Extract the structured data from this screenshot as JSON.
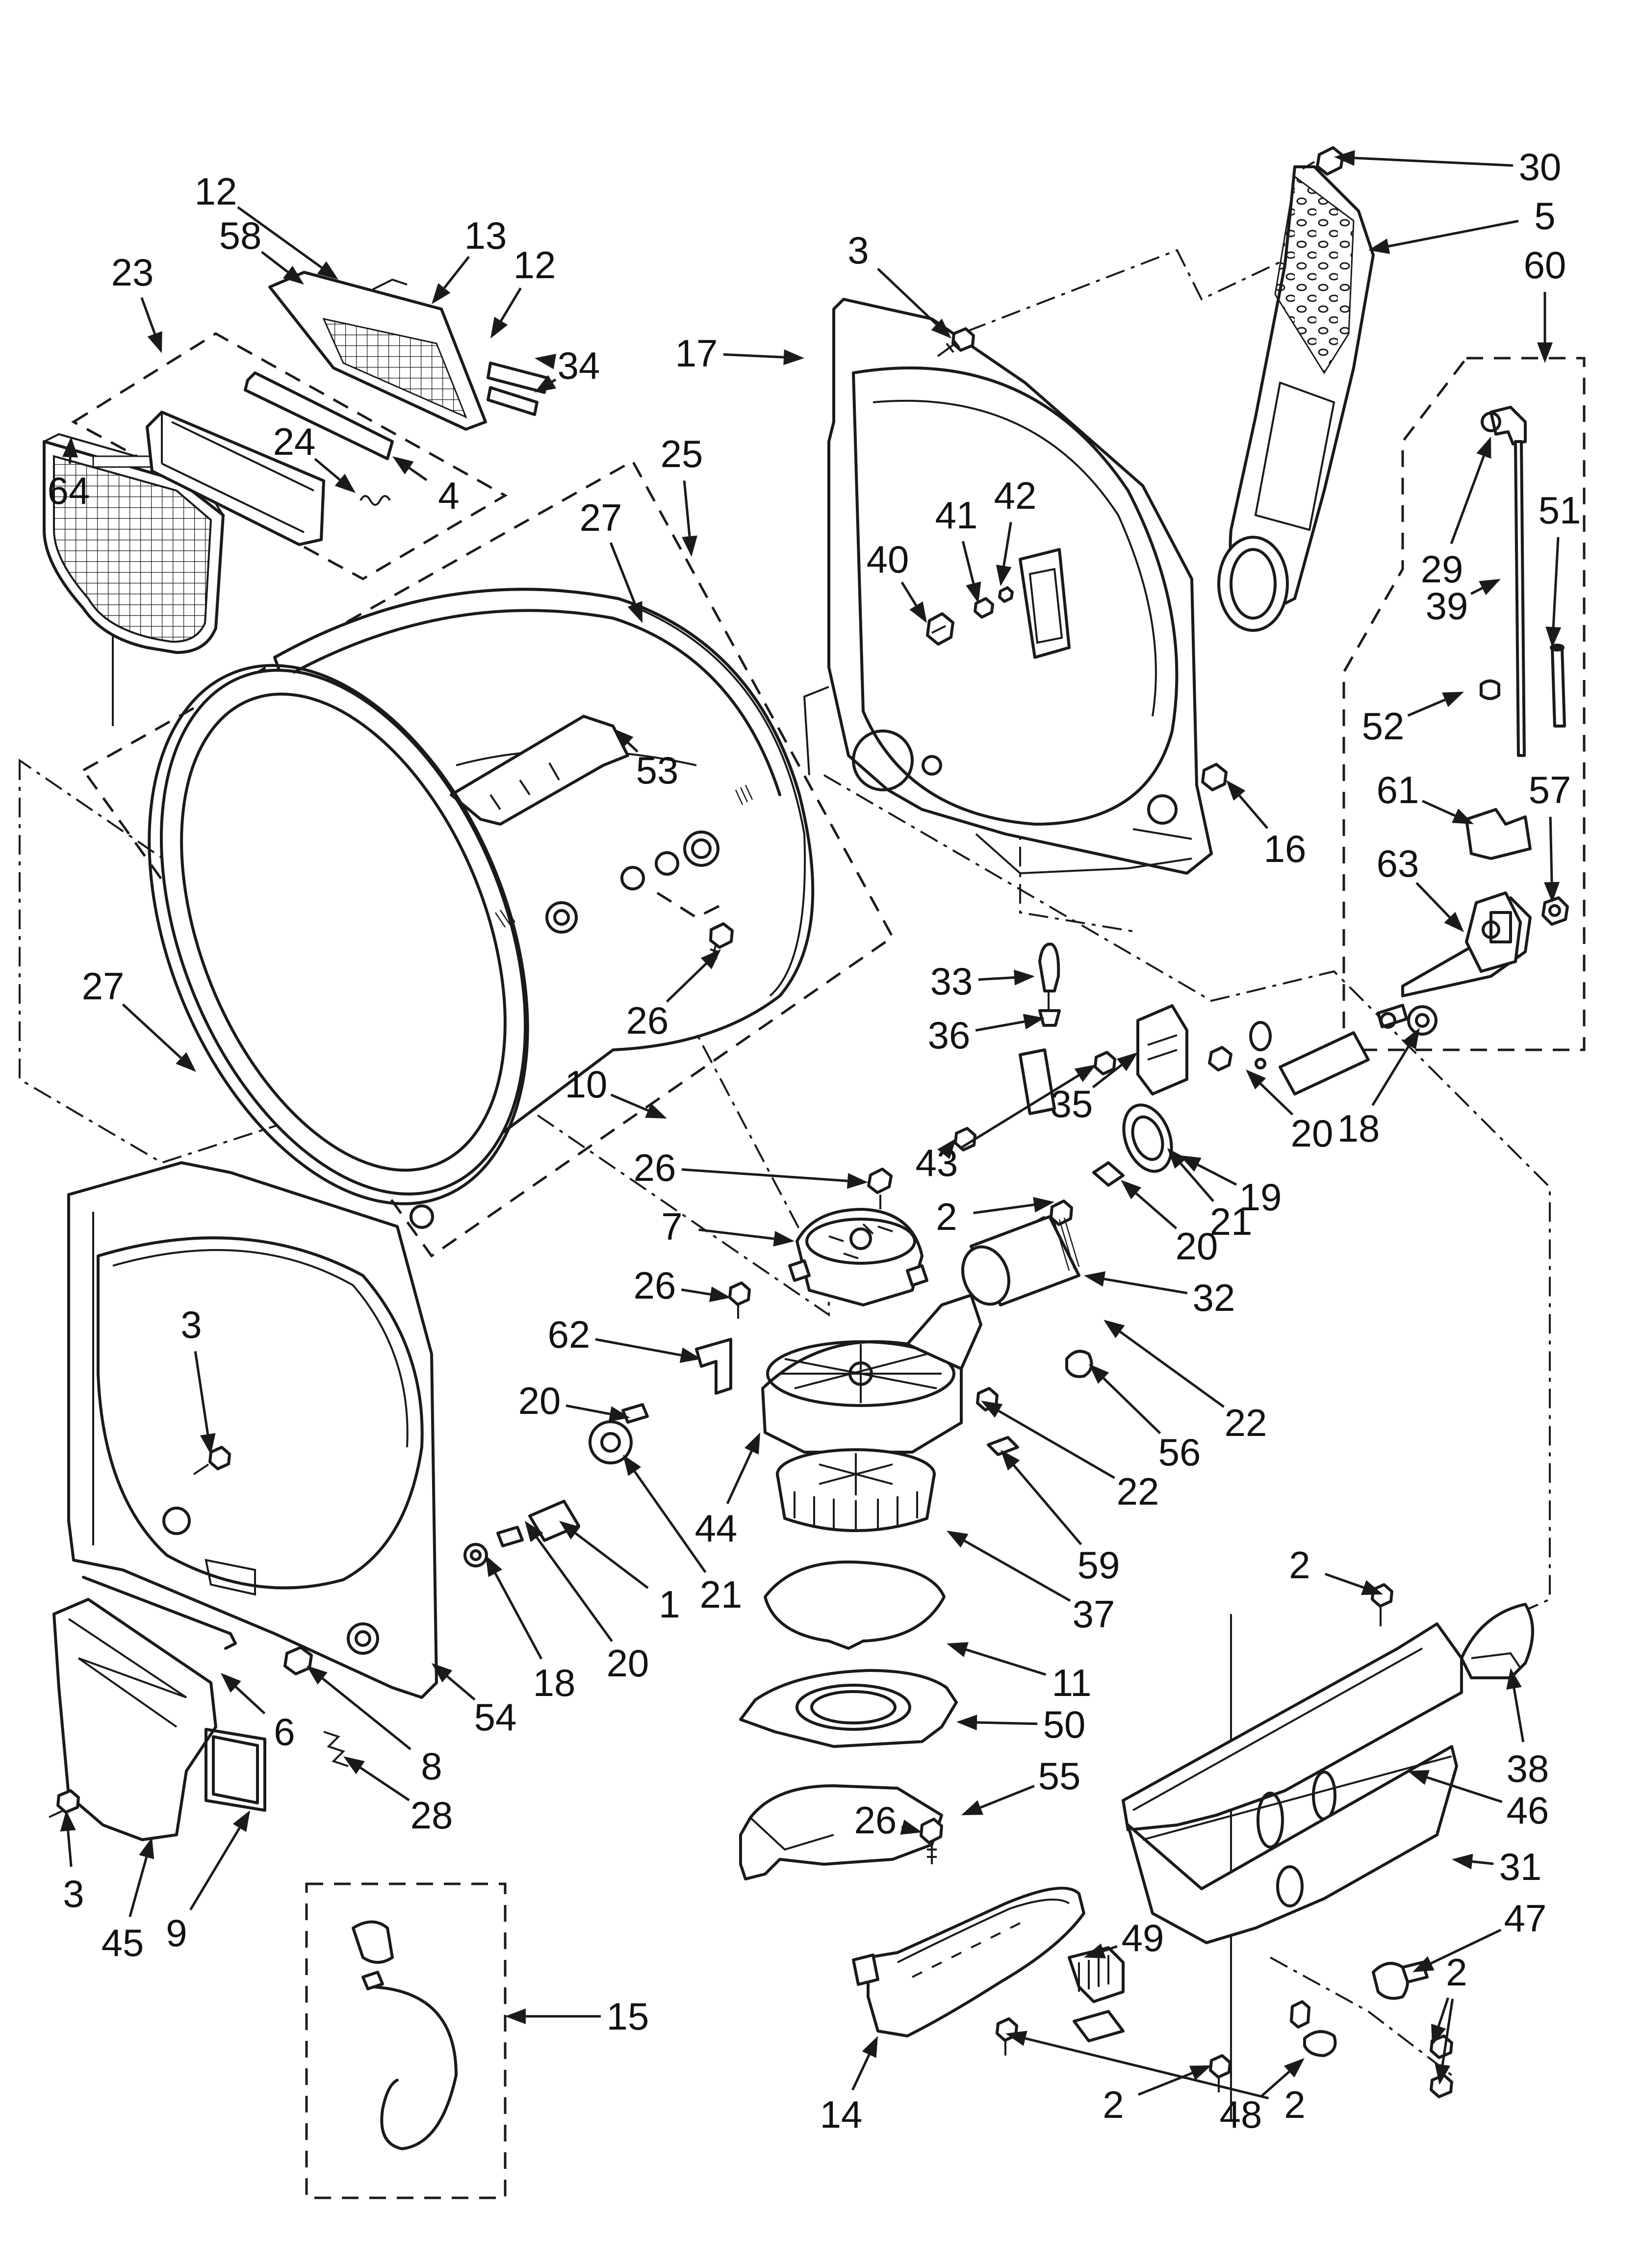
{
  "colors": {
    "line": "#1a1a1a",
    "background": "#ffffff"
  },
  "callouts": [
    "1",
    "2",
    "2",
    "2",
    "2",
    "2",
    "2",
    "2",
    "3",
    "3",
    "3",
    "4",
    "5",
    "6",
    "7",
    "8",
    "9",
    "10",
    "11",
    "12",
    "12",
    "13",
    "14",
    "15",
    "16",
    "17",
    "18",
    "18",
    "19",
    "20",
    "20",
    "20",
    "20",
    "21",
    "21",
    "22",
    "22",
    "23",
    "24",
    "25",
    "26",
    "26",
    "26",
    "26",
    "26",
    "27",
    "27",
    "28",
    "29",
    "30",
    "31",
    "32",
    "33",
    "34",
    "35",
    "36",
    "37",
    "38",
    "39",
    "40",
    "41",
    "42",
    "43",
    "43",
    "44",
    "45",
    "46",
    "47",
    "48",
    "49",
    "50",
    "51",
    "52",
    "53",
    "54",
    "55",
    "56",
    "57",
    "58",
    "59",
    "60",
    "61",
    "62",
    "63",
    "64"
  ]
}
